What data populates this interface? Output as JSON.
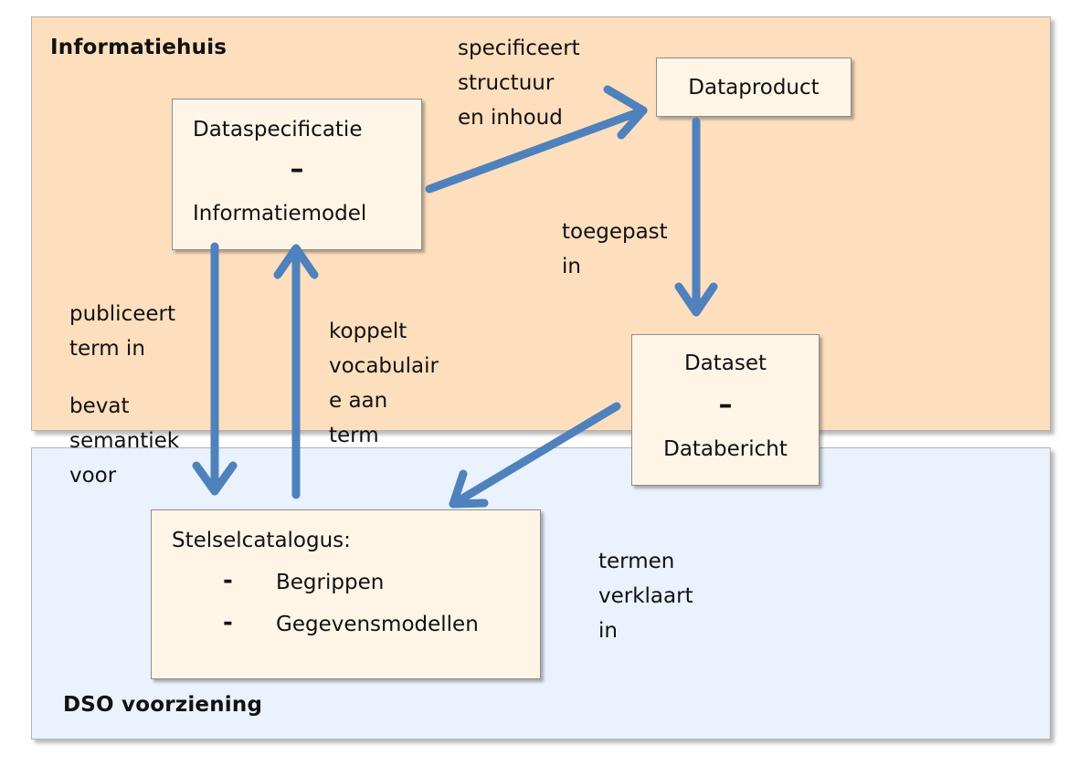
{
  "regions": {
    "top": {
      "title": "Informatiehuis",
      "color": "#fddfbe"
    },
    "bottom": {
      "title": "DSO voorziening",
      "color": "#e9f2fd"
    }
  },
  "boxes": {
    "dataspecificatie": {
      "line1": "Dataspecificatie",
      "dash": "–",
      "line2": "Informatiemodel"
    },
    "dataproduct": {
      "label": "Dataproduct"
    },
    "dataset": {
      "line1": "Dataset",
      "dash": "–",
      "line2": "Databericht"
    },
    "stelselcatalogus": {
      "title": "Stelselcatalogus:",
      "items": [
        {
          "bullet": "-",
          "text": "Begrippen"
        },
        {
          "bullet": "-",
          "text": "Gegevensmodellen"
        }
      ]
    }
  },
  "labels": {
    "specificeert": "specificeert\nstructuur\nen  inhoud",
    "toegepast": "toegepast\nin",
    "publiceert": "publiceert\nterm  in",
    "bevat": "bevat\nsemantiek\nvoor",
    "koppelt": "koppelt\nvocabulair\ne aan\nterm",
    "termen": "termen\nverklaart\nin"
  },
  "colors": {
    "arrow": "#4f81bd",
    "box_fill": "#fef5e7"
  }
}
